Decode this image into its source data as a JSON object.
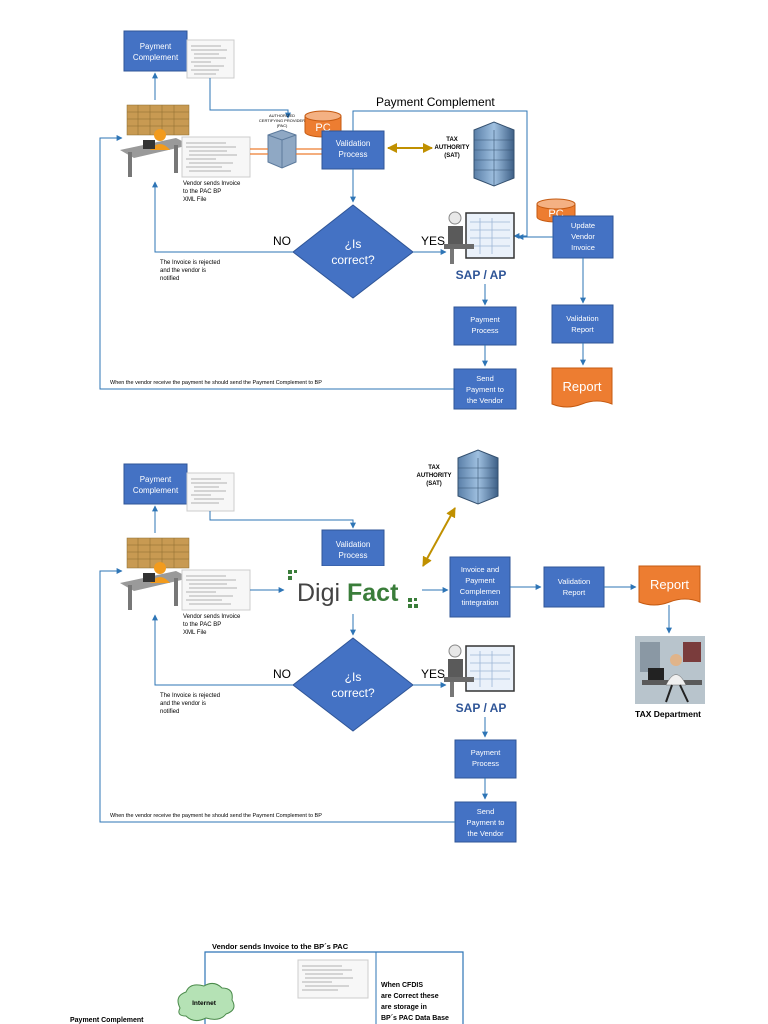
{
  "colors": {
    "box": "#4472C4",
    "box_border": "#2F5597",
    "line": "#2E75B6",
    "orange": "#ED7D31",
    "gold": "#C09000",
    "text_dark": "#000000",
    "sap_text": "#2F5597",
    "digifact_green": "#3A7D3A"
  },
  "icons": [
    "vendor-desk-icon",
    "xml-document-icon",
    "server-icon",
    "tax-building-icon",
    "sap-workstation-icon",
    "tax-department-photo-icon",
    "internet-cloud-icon",
    "database-cylinder-icon"
  ],
  "flow1": {
    "payment_complement_box": [
      "Payment",
      "Complement"
    ],
    "pac_label": [
      "AUTHORIZED",
      "CERTIFYING PROVIDER",
      "(PAC)"
    ],
    "pc_tag": "PC",
    "payment_complement_title": "Payment Complement",
    "validation_process": [
      "Validation",
      "Process"
    ],
    "tax_authority": [
      "TAX",
      "AUTHORITY",
      "(SAT)"
    ],
    "vendor_sends": [
      "Vendor sends Invoice",
      "to the PAC BP",
      "XML File"
    ],
    "pc_tag2": "PC",
    "update_vendor": [
      "Update",
      "Vendor",
      "Invoice"
    ],
    "no": "NO",
    "yes": "YES",
    "decision": [
      "¿Is",
      "correct?"
    ],
    "rejected": [
      "The Invoice is rejected",
      "and the vendor is",
      "notified"
    ],
    "sap_ap": "SAP / AP",
    "payment_process": [
      "Payment",
      "Process"
    ],
    "validation_report": [
      "Validation",
      "Report"
    ],
    "report": "Report",
    "vendor_receive": "When the vendor receive the payment he should send the Payment Complement to BP",
    "send_payment": [
      "Send",
      "Payment to",
      "the Vendor"
    ]
  },
  "flow2": {
    "payment_complement_box": [
      "Payment",
      "Complement"
    ],
    "tax_authority": [
      "TAX",
      "AUTHORITY",
      "(SAT)"
    ],
    "validation_process": [
      "Validation",
      "Process"
    ],
    "digifact_part1": "Digi",
    "digifact_part2": "Fact",
    "integration_box": [
      "Invoice and",
      "Payment",
      "Complemen",
      "tintegration"
    ],
    "validation_report": [
      "Validation",
      "Report"
    ],
    "report": "Report",
    "vendor_sends": [
      "Vendor sends Invoice",
      "to the PAC BP",
      "XML File"
    ],
    "no": "NO",
    "yes": "YES",
    "decision": [
      "¿Is",
      "correct?"
    ],
    "rejected": [
      "The Invoice is rejected",
      "and the vendor is",
      "notified"
    ],
    "sap_ap": "SAP / AP",
    "tax_department": "TAX Department",
    "payment_process": [
      "Payment",
      "Process"
    ],
    "vendor_receive": "When the vendor receive the payment he should send the Payment Complement to BP",
    "send_payment": [
      "Send",
      "Payment to",
      "the Vendor"
    ]
  },
  "flow3": {
    "title": "Vendor sends Invoice to the BP´s PAC",
    "internet": "Internet",
    "cfdis_note": [
      "When CFDIS",
      "are Correct these",
      "are storage in",
      "BP´s PAC Data Base"
    ],
    "payment_complement": "Payment Complement"
  }
}
